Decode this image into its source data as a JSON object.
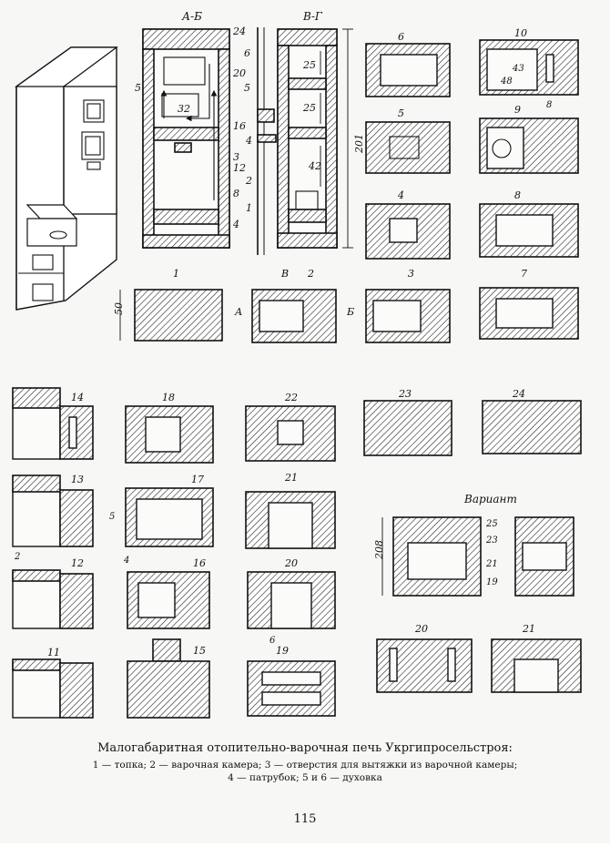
{
  "section_labels": {
    "ab": "А-Б",
    "vg": "В-Г",
    "a": "А",
    "b": "Б",
    "v": "В",
    "variant": "Вариант"
  },
  "dimensions": {
    "d25a": "25",
    "d25b": "25",
    "d32": "32",
    "d42": "42",
    "d201": "201",
    "d50": "50",
    "d43": "43",
    "d48": "48",
    "d8": "8",
    "d208": "208"
  },
  "callouts": {
    "c24": "24",
    "c6": "6",
    "c20": "20",
    "c5": "5",
    "c16": "16",
    "c4": "4",
    "c3": "3",
    "c12": "12",
    "c2": "2",
    "c8": "8",
    "c1": "1",
    "c4b": "4",
    "c5left": "5"
  },
  "rows": {
    "r1": [
      "6",
      "10"
    ],
    "r2": [
      "5",
      "9"
    ],
    "r3": [
      "4",
      "8"
    ],
    "r4": [
      "1",
      "2",
      "3",
      "7"
    ],
    "r5": [
      "14",
      "18",
      "22",
      "23",
      "24"
    ],
    "r6": [
      "13",
      "17",
      "21"
    ],
    "r7": [
      "12",
      "16",
      "20"
    ],
    "r8": [
      "11",
      "15",
      "19"
    ],
    "variant_nums": [
      "25",
      "23",
      "21",
      "19"
    ],
    "variant_bottom": [
      "20",
      "21"
    ],
    "side_labels": {
      "s5": "5",
      "s2": "2",
      "s4": "4",
      "s6": "6",
      "s5top": "5"
    }
  },
  "caption": {
    "title": "Малогабаритная отопительно-варочная печь Укргипросельстроя:",
    "line1": "1 — топка; 2 — варочная камера; 3 — отверстия для вытяжки из варочной камеры;",
    "line2": "4 — патрубок; 5 и 6 — духовка"
  },
  "page_number": "115"
}
